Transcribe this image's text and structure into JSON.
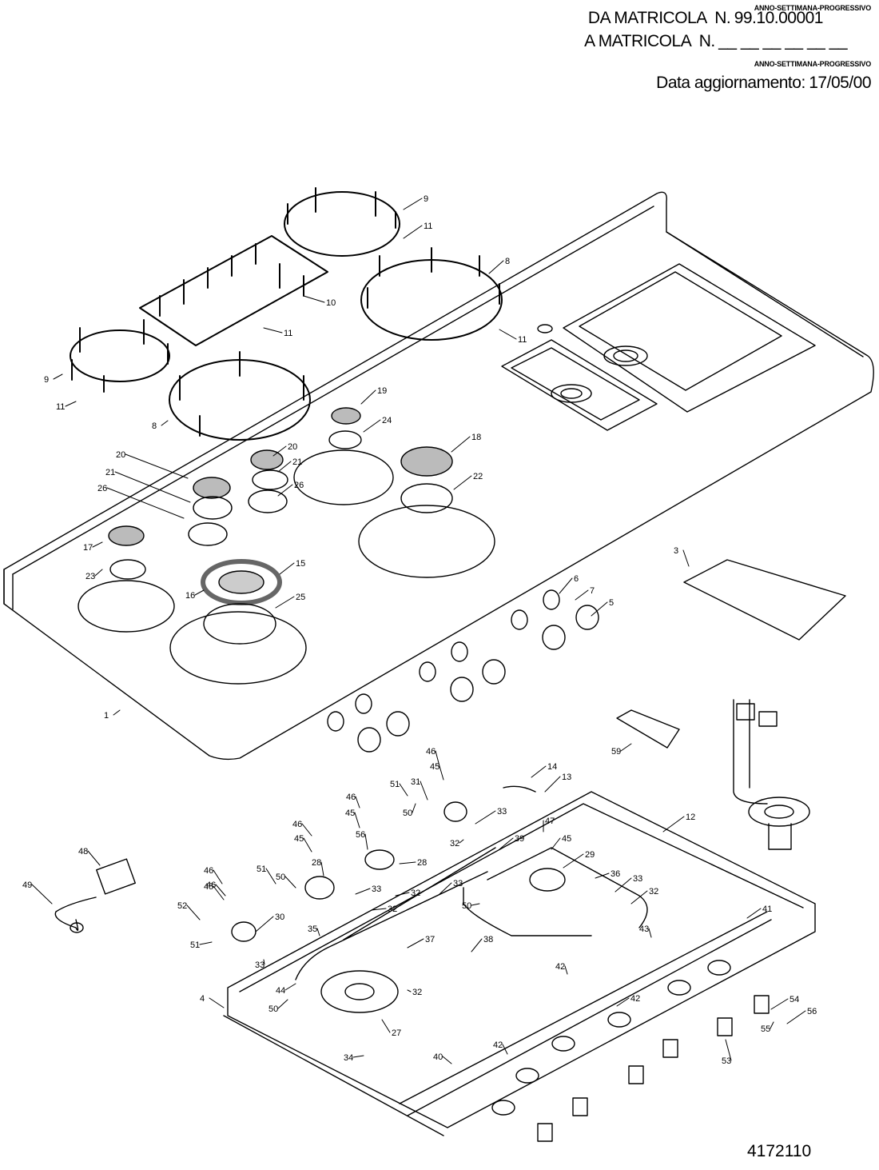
{
  "header": {
    "note_top": "ANNO-SETTIMANA-PROGRESSIVO",
    "from_serial_label": "DA MATRICOLA  N.",
    "from_serial_value": "99.10.00001",
    "to_serial_label": "A MATRICOLA  N.",
    "to_serial_value": "__ __ __ __ __ __",
    "note_bottom": "ANNO-SETTIMANA-PROGRESSIVO",
    "date_label": "Data aggiornamento:",
    "date_value": "17/05/00"
  },
  "drawing_code": "4172110",
  "callouts": [
    "1",
    "3",
    "4",
    "5",
    "6",
    "7",
    "8",
    "8",
    "9",
    "9",
    "10",
    "11",
    "11",
    "11",
    "11",
    "12",
    "13",
    "14",
    "15",
    "16",
    "17",
    "18",
    "19",
    "20",
    "20",
    "21",
    "21",
    "22",
    "23",
    "24",
    "25",
    "26",
    "26",
    "27",
    "28",
    "28",
    "29",
    "30",
    "31",
    "32",
    "32",
    "32",
    "32",
    "32",
    "33",
    "33",
    "33",
    "33",
    "33",
    "34",
    "35",
    "36",
    "37",
    "38",
    "39",
    "40",
    "41",
    "42",
    "42",
    "42",
    "43",
    "44",
    "45",
    "45",
    "45",
    "45",
    "45",
    "46",
    "46",
    "46",
    "46",
    "46",
    "47",
    "48",
    "49",
    "50",
    "50",
    "50",
    "50",
    "51",
    "51",
    "51",
    "52",
    "53",
    "54",
    "55",
    "56",
    "56",
    "59"
  ]
}
